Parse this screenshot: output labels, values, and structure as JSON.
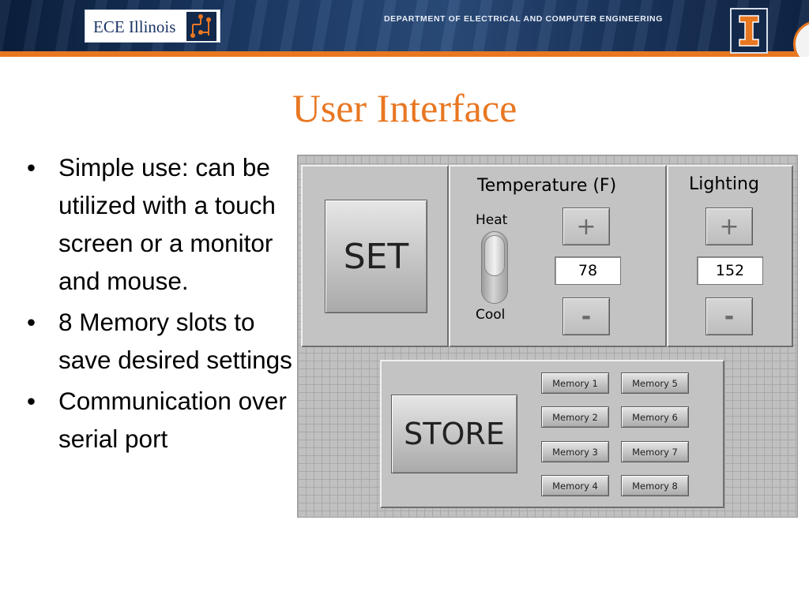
{
  "header": {
    "logo_text": "ECE Illinois",
    "department": "DEPARTMENT OF ELECTRICAL AND COMPUTER ENGINEERING",
    "colors": {
      "navy": "#13294b",
      "orange": "#e87722"
    }
  },
  "slide": {
    "title": "User Interface",
    "bullets": [
      "Simple use: can be utilized with a touch screen or a monitor and mouse.",
      "8 Memory slots to save desired settings",
      "Communication over serial port"
    ]
  },
  "ui": {
    "set_label": "SET",
    "store_label": "STORE",
    "temperature": {
      "title": "Temperature (F)",
      "heat_label": "Heat",
      "cool_label": "Cool",
      "plus": "+",
      "minus": "-",
      "value": "78"
    },
    "lighting": {
      "title": "Lighting",
      "plus": "+",
      "minus": "-",
      "value": "152"
    },
    "memory": [
      "Memory 1",
      "Memory 2",
      "Memory 3",
      "Memory 4",
      "Memory 5",
      "Memory 6",
      "Memory 7",
      "Memory 8"
    ]
  }
}
